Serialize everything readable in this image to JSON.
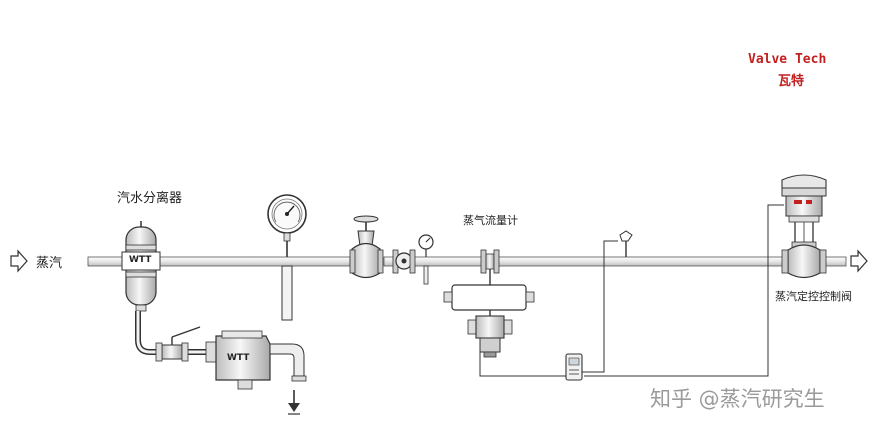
{
  "branding": {
    "company_en": "Valve Tech",
    "company_zh": "瓦特",
    "accent": "#c21f1f"
  },
  "labels": {
    "steam_inlet": "蒸汽",
    "separator": "汽水分离器",
    "flowmeter": "蒸气流量计",
    "control_valve": "蒸汽定控控制阀",
    "separator_badge": "WTT",
    "trap_badge": "WTT",
    "watermark": "知乎 @蒸汽研究生"
  },
  "icons": [
    "inlet-arrow-icon",
    "drain-arrow-icon",
    "pressure-gauge-icon",
    "globe-valve-icon",
    "temperature-sensor-icon",
    "flow-computer-icon",
    "control-valve-actuator-icon"
  ],
  "colors": {
    "line": "#333333",
    "pipe_fill": "#f2f2f2",
    "watermark": "#9a9a9a"
  }
}
